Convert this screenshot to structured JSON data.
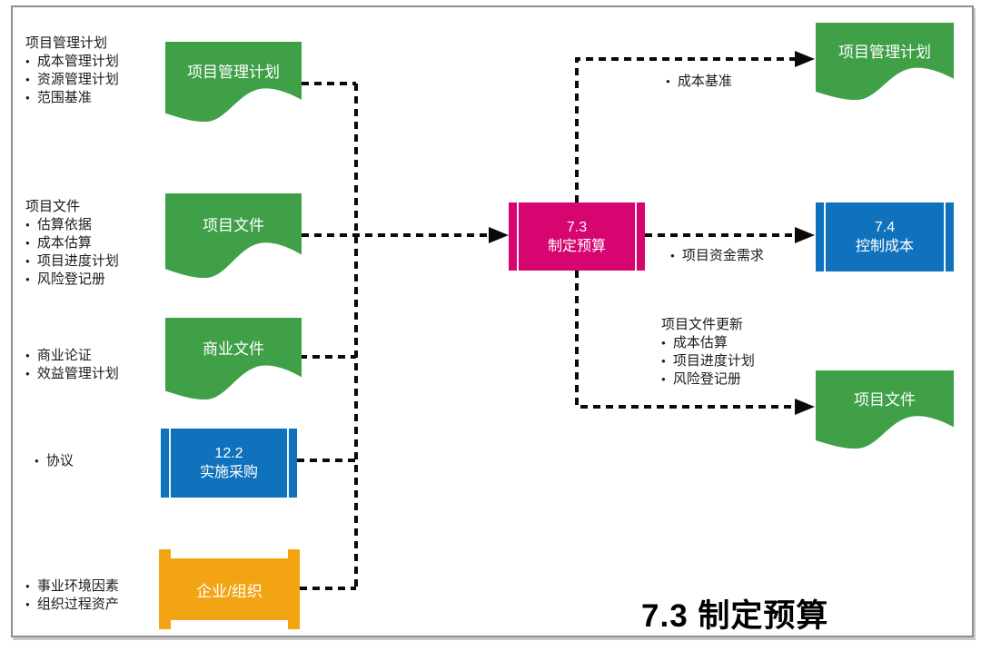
{
  "page_title": "7.3 制定预算",
  "process": {
    "code": "7.3",
    "name": "制定预算"
  },
  "colors": {
    "green": "#3FA047",
    "blue": "#1072BC",
    "pink": "#D6056F",
    "orange": "#F2A413",
    "line": "#0a0a0a"
  },
  "inputs": [
    {
      "heading": "项目管理计划",
      "bullets": [
        "成本管理计划",
        "资源管理计划",
        "范围基准"
      ],
      "shape_label": "项目管理计划"
    },
    {
      "heading": "项目文件",
      "bullets": [
        "估算依据",
        "成本估算",
        "项目进度计划",
        "风险登记册"
      ],
      "shape_label": "项目文件"
    },
    {
      "bullets": [
        "商业论证",
        "效益管理计划"
      ],
      "shape_label": "商业文件"
    },
    {
      "bullets": [
        "协议"
      ],
      "shape_code": "12.2",
      "shape_label": "实施采购"
    },
    {
      "bullets": [
        "事业环境因素",
        "组织过程资产"
      ],
      "shape_label": "企业/组织"
    }
  ],
  "outputs": [
    {
      "bullets": [
        "成本基准"
      ],
      "shape_label": "项目管理计划"
    },
    {
      "bullets": [
        "项目资金需求"
      ],
      "shape_code": "7.4",
      "shape_label": "控制成本"
    },
    {
      "heading": "项目文件更新",
      "bullets": [
        "成本估算",
        "项目进度计划",
        "风险登记册"
      ],
      "shape_label": "项目文件"
    }
  ]
}
